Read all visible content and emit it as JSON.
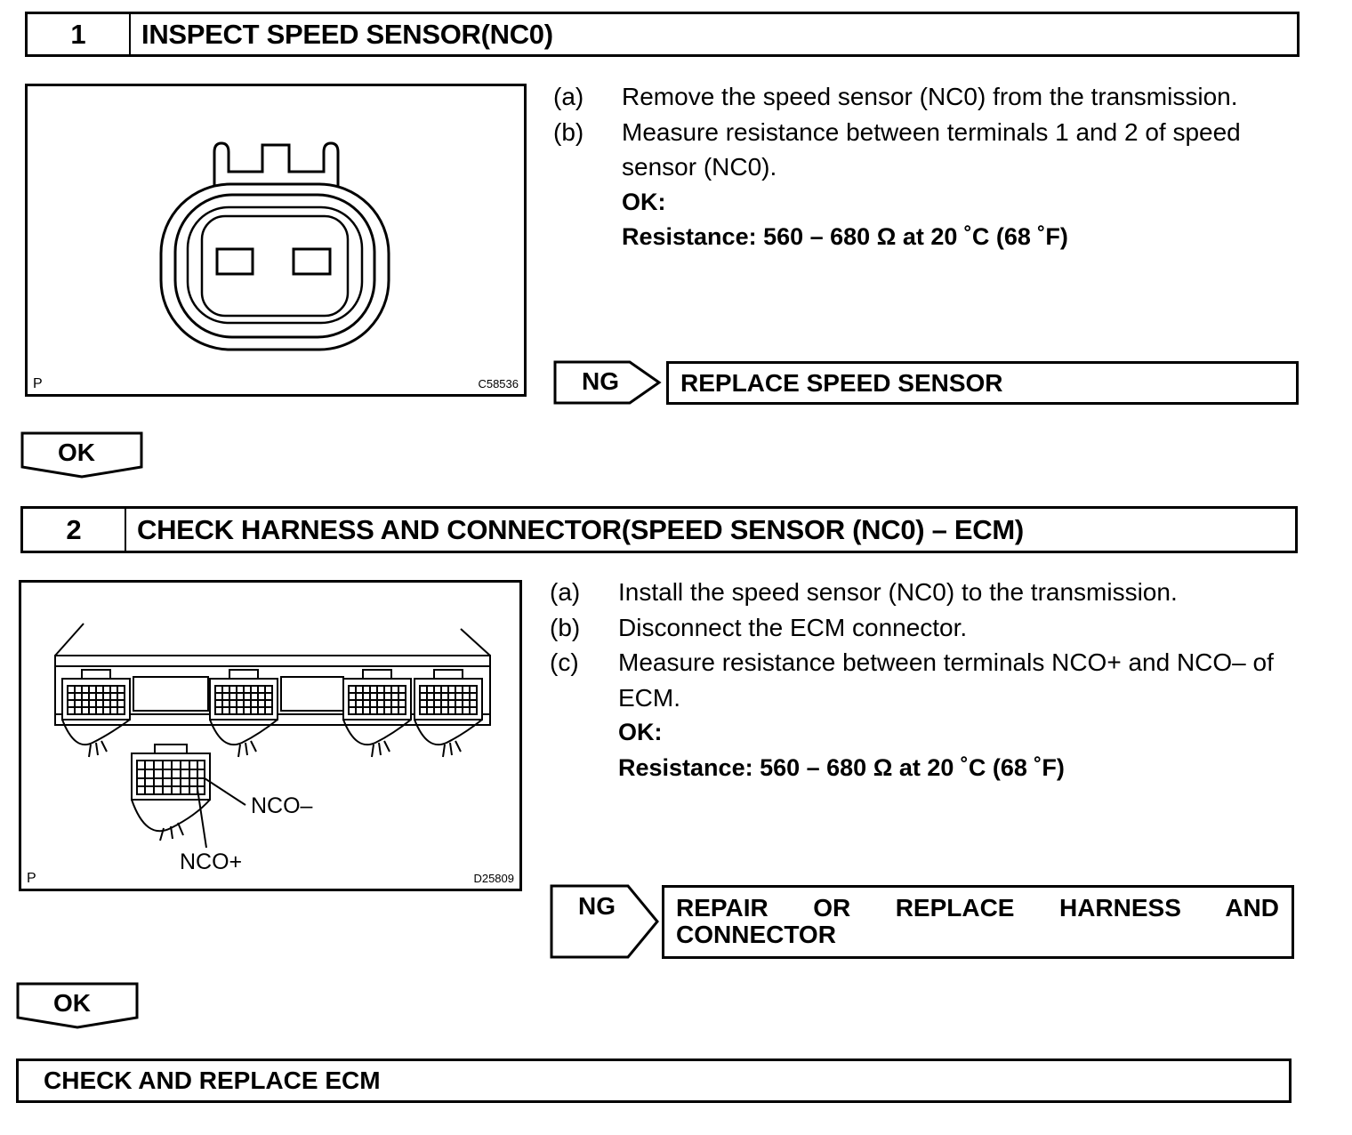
{
  "step1": {
    "number": "1",
    "title": "INSPECT SPEED SENSOR(NC0)",
    "figure": {
      "p_label": "P",
      "code": "C58536"
    },
    "steps": [
      {
        "letter": "(a)",
        "text": "Remove the speed sensor (NC0) from the transmission."
      },
      {
        "letter": "(b)",
        "text": "Measure resistance between terminals 1 and 2 of speed sensor (NC0)."
      }
    ],
    "ok_heading": "OK:",
    "spec": "Resistance: 560 – 680 Ω at 20 ˚C (68 ˚F)",
    "ng_label": "NG",
    "ng_action": "REPLACE SPEED SENSOR",
    "ok_label": "OK"
  },
  "step2": {
    "number": "2",
    "title": "CHECK HARNESS AND CONNECTOR(SPEED SENSOR (NC0) – ECM)",
    "figure": {
      "p_label": "P",
      "code": "D25809",
      "nco_minus": "NCO–",
      "nco_plus": "NCO+"
    },
    "steps": [
      {
        "letter": "(a)",
        "text": "Install the speed sensor (NC0) to the transmission."
      },
      {
        "letter": "(b)",
        "text": "Disconnect the ECM connector."
      },
      {
        "letter": "(c)",
        "text": "Measure resistance between terminals NCO+ and NCO– of ECM."
      }
    ],
    "ok_heading": "OK:",
    "spec": "Resistance: 560 – 680 Ω at 20 ˚C (68 ˚F)",
    "ng_label": "NG",
    "ng_action": "REPAIR OR REPLACE HARNESS AND CONNECTOR",
    "ok_label": "OK"
  },
  "final_action": "CHECK AND REPLACE ECM"
}
